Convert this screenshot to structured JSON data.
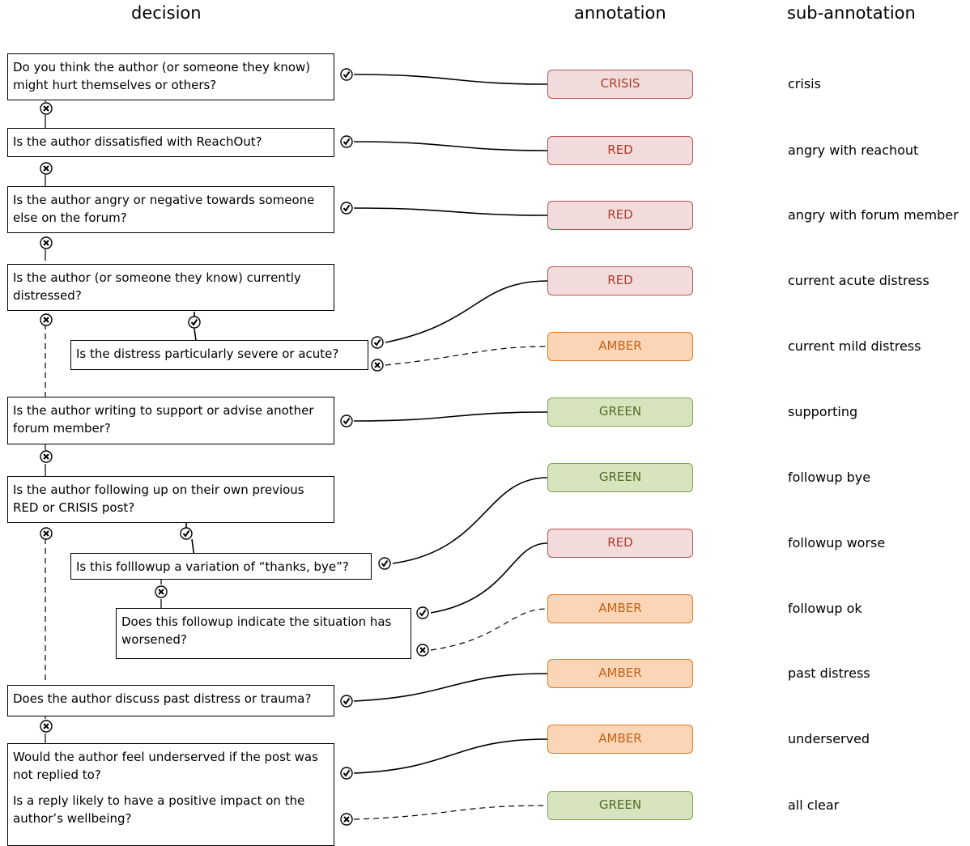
{
  "headers": {
    "decision": "decision",
    "annotation": "annotation",
    "sub_annotation": "sub-annotation"
  },
  "questions": {
    "q1": "Do you think the author (or someone they know) might hurt themselves or others?",
    "q2": "Is the author dissatisfied with ReachOut?",
    "q3": "Is the author angry or negative towards someone else on the forum?",
    "q4": "Is the author (or someone they know) currently distressed?",
    "q4a": "Is the distress particularly severe or acute?",
    "q5": "Is the author writing to support or advise another forum member?",
    "q6": "Is the author following up on their own previous RED or CRISIS post?",
    "q6a": "Is this folllowup a variation of “thanks, bye”?",
    "q6b": "Does this followup indicate the situation has worsened?",
    "q7": "Does the author discuss past distress or trauma?",
    "q8a": "Would the author feel underserved if the post was not replied to?",
    "q8b": "Is a reply likely to have a positive impact on the author’s wellbeing?"
  },
  "annotations": [
    {
      "label": "CRISIS",
      "sub": "crisis",
      "level": "crisis"
    },
    {
      "label": "RED",
      "sub": "angry with reachout",
      "level": "red"
    },
    {
      "label": "RED",
      "sub": "angry with forum member",
      "level": "red"
    },
    {
      "label": "RED",
      "sub": "current acute distress",
      "level": "red"
    },
    {
      "label": "AMBER",
      "sub": "current mild distress",
      "level": "amber"
    },
    {
      "label": "GREEN",
      "sub": "supporting",
      "level": "green"
    },
    {
      "label": "GREEN",
      "sub": "followup bye",
      "level": "green"
    },
    {
      "label": "RED",
      "sub": "followup worse",
      "level": "red"
    },
    {
      "label": "AMBER",
      "sub": "followup ok",
      "level": "amber"
    },
    {
      "label": "AMBER",
      "sub": "past distress",
      "level": "amber"
    },
    {
      "label": "AMBER",
      "sub": "underserved",
      "level": "amber"
    },
    {
      "label": "GREEN",
      "sub": "all clear",
      "level": "green"
    }
  ],
  "icons": {
    "yes": "check-circle-icon",
    "no": "x-circle-icon"
  },
  "colors": {
    "crisis": "#b85450",
    "red": "#b85450",
    "amber": "#e07b2a",
    "green": "#82a350"
  }
}
